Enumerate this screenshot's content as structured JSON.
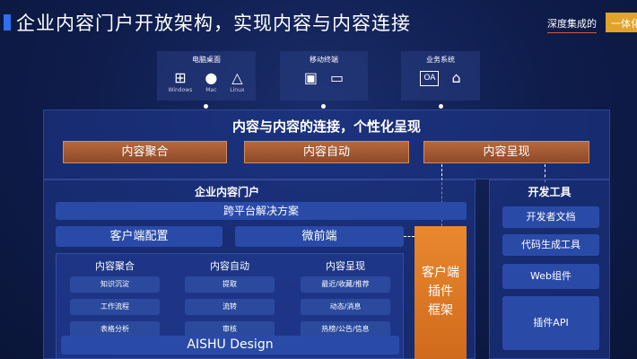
{
  "title": "企业内容门户开放架构，实现内容与内容连接",
  "badge": {
    "left": "深度集成的",
    "right": "一体化"
  },
  "platforms": [
    {
      "label": "电脑桌面",
      "items": [
        {
          "icon": "windows-icon",
          "label": "Windows"
        },
        {
          "icon": "apple-icon",
          "label": "Mac"
        },
        {
          "icon": "linux-icon",
          "label": "Linux"
        }
      ]
    },
    {
      "label": "移动终端",
      "items": [
        {
          "icon": "android-icon"
        },
        {
          "icon": "devices-icon"
        }
      ]
    },
    {
      "label": "业务系统",
      "items": [
        {
          "icon": "oa-icon",
          "label": "OA"
        },
        {
          "icon": "business-system-icon"
        }
      ]
    }
  ],
  "connection": {
    "title": "内容与内容的连接，个性化呈现",
    "boxes": [
      "内容聚合",
      "内容自动",
      "内容呈现"
    ]
  },
  "portal": {
    "title": "企业内容门户",
    "cross_platform": "跨平台解决方案",
    "client_config": "客户端配置",
    "micro_frontend": "微前端",
    "columns": [
      {
        "title": "内容聚合",
        "items": [
          "知识沉淀",
          "工作流程",
          "表格分析"
        ]
      },
      {
        "title": "内容自动",
        "items": [
          "提取",
          "流转",
          "审核"
        ]
      },
      {
        "title": "内容呈现",
        "items": [
          "最近/收藏/推荐",
          "动态/消息",
          "热榜/公告/信息"
        ]
      }
    ],
    "design": "AISHU Design",
    "plugin_framework": [
      "客户端",
      "插件",
      "框架"
    ]
  },
  "devtools": {
    "title": "开发工具",
    "items": [
      "开发者文档",
      "代码生成工具",
      "Web组件",
      "插件API"
    ]
  },
  "colors": {
    "accent": "#2f6ff0",
    "orange": "#e07a2a",
    "badge": "#e3a22a"
  }
}
